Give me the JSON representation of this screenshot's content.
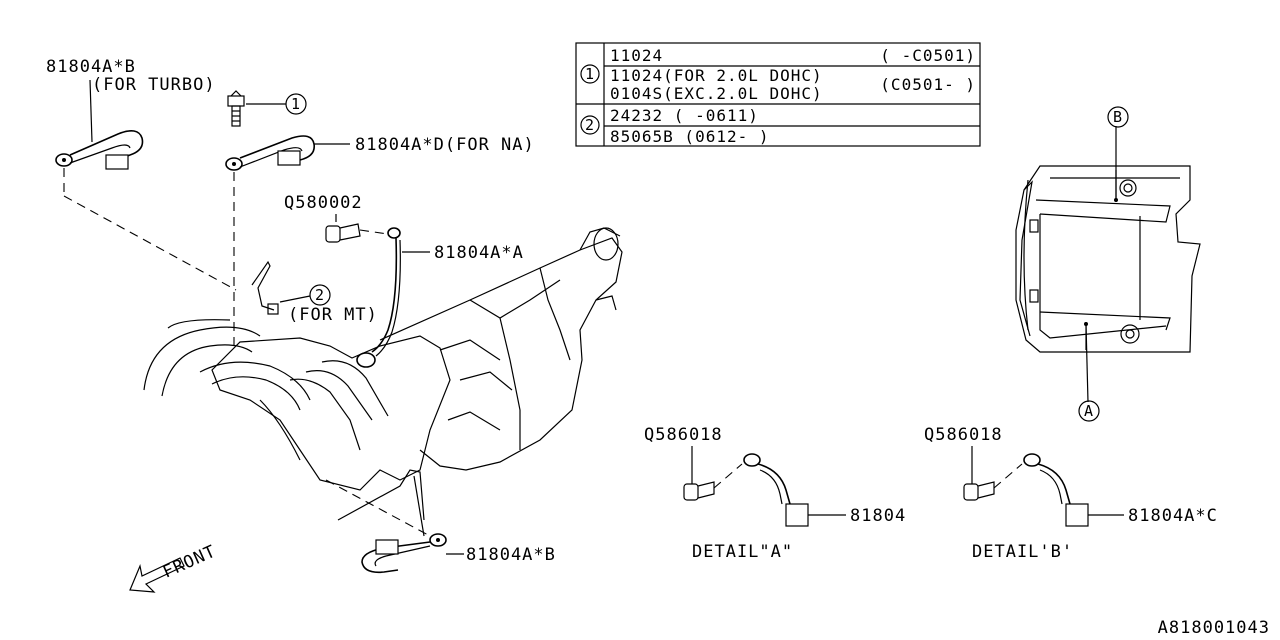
{
  "labels": {
    "p81804AB_top": "81804A*B",
    "for_turbo": "(FOR TURBO)",
    "p81804AD": "81804A*D(FOR NA)",
    "q580002": "Q580002",
    "p81804AA": "81804A*A",
    "for_mt": "(FOR MT)",
    "p81804AB_bottom": "81804A*B",
    "front": "FRONT",
    "detail_a_bolt": "Q586018",
    "detail_a_part": "81804",
    "detail_a_title": "DETAIL\"A\"",
    "detail_b_bolt": "Q586018",
    "detail_b_part": "81804A*C",
    "detail_b_title": "DETAIL'B'",
    "callout_1": "1",
    "callout_2": "2",
    "callout_a": "A",
    "callout_b": "B",
    "figure_id": "A818001043"
  },
  "table": {
    "rows": [
      {
        "ref": "1",
        "lines": [
          {
            "part": "11024",
            "note": "(  -C0501)"
          },
          {
            "part": "11024(FOR 2.0L DOHC)",
            "note": "(C0501-  )"
          },
          {
            "part": "0104S(EXC.2.0L DOHC)",
            "note": ""
          }
        ]
      },
      {
        "ref": "2",
        "lines": [
          {
            "part": "24232  ( -0611)",
            "note": ""
          },
          {
            "part": "85065B (0612- )",
            "note": ""
          }
        ]
      }
    ]
  }
}
